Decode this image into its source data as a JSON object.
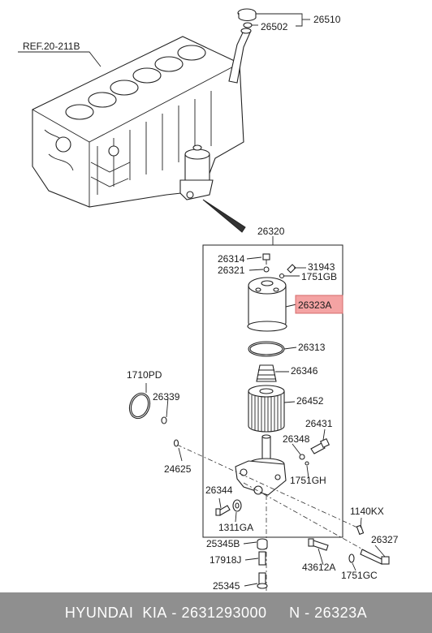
{
  "labels": {
    "p26510": "26510",
    "p26502": "26502",
    "ref": "REF.20-211B",
    "p26320": "26320",
    "p26314": "26314",
    "p26321": "26321",
    "p31943": "31943",
    "p1751GB": "1751GB",
    "p26323A": "26323A",
    "p26313": "26313",
    "p26346": "26346",
    "p1710PD": "1710PD",
    "p26339": "26339",
    "p26452": "26452",
    "p26431": "26431",
    "p26348": "26348",
    "p24625": "24625",
    "p1751GH": "1751GH",
    "p26344": "26344",
    "p1140KX": "1140KX",
    "p1311GA": "1311GA",
    "p26327": "26327",
    "p25345B": "25345B",
    "p17918J": "17918J",
    "p43612A": "43612A",
    "p1751GC": "1751GC",
    "p25345": "25345"
  },
  "highlight": {
    "color": "#f4a3a3"
  },
  "footer": {
    "brand": "HYUNDAI",
    "make": "KIA",
    "sep": "-",
    "partnum": "2631293000",
    "n_prefix": "N",
    "n_value": "26323A"
  }
}
